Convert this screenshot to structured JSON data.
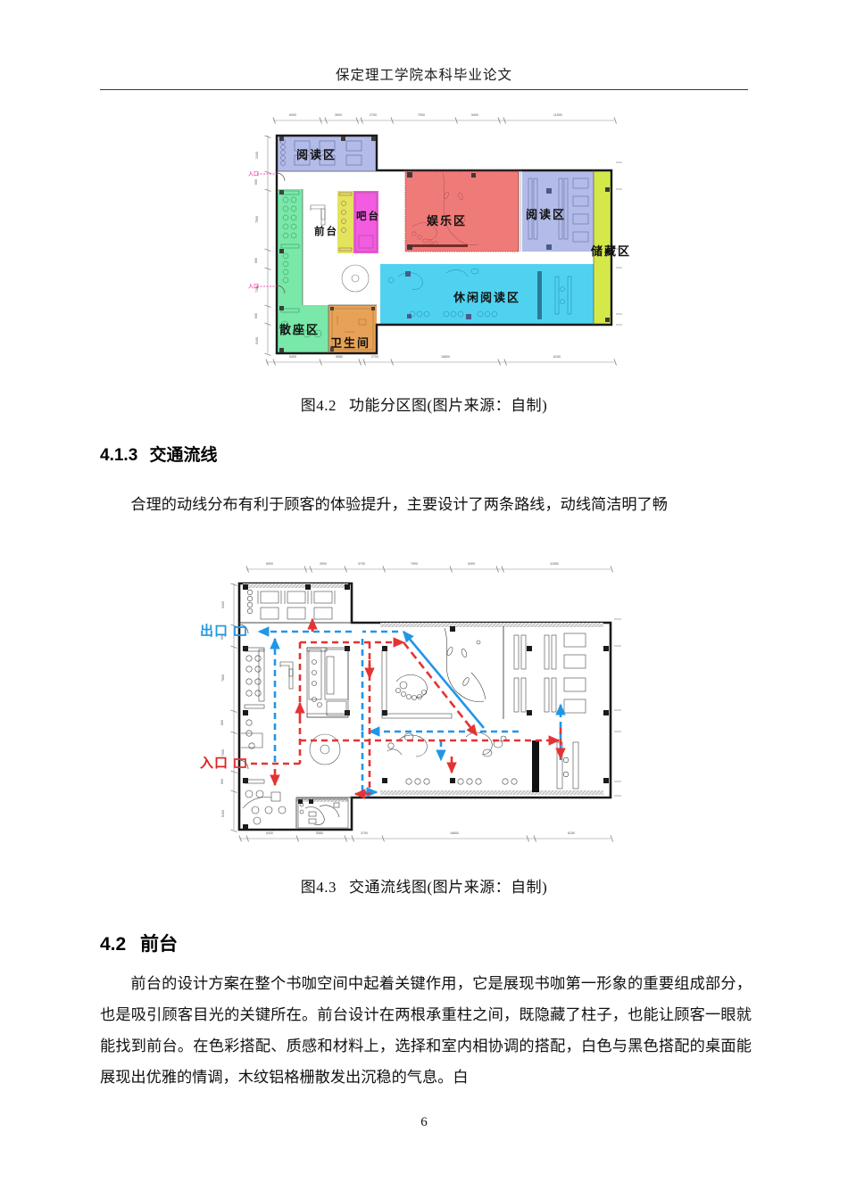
{
  "header": {
    "title": "保定理工学院本科毕业论文"
  },
  "figure_zoning": {
    "caption_number": "图4.2",
    "caption_text": "功能分区图(图片来源：自制)",
    "zones": [
      {
        "name": "阅读区",
        "color": "#b3bbe8"
      },
      {
        "name": "前台",
        "color": "#e3e35c"
      },
      {
        "name": "吧台",
        "color": "#f25ce0"
      },
      {
        "name": "娱乐区",
        "color": "#ef7b78"
      },
      {
        "name": "阅读区",
        "color": "#b3bbe8"
      },
      {
        "name": "储藏区",
        "color": "#d4e84a"
      },
      {
        "name": "休闲阅读区",
        "color": "#4fd2f0"
      },
      {
        "name": "散座区",
        "color": "#79e8a8"
      },
      {
        "name": "卫生间",
        "color": "#e8a257"
      }
    ],
    "door_labels": [
      "入口",
      "入口"
    ],
    "dims_top": [
      "6000",
      "3900",
      "2700",
      "7900",
      "5400",
      "11500"
    ],
    "dims_bottom": [
      "5400",
      "5580",
      "2700",
      "16800",
      "8150"
    ],
    "dims_left": [
      "3100",
      "600",
      "7800",
      "600",
      "7300",
      "600",
      "5400"
    ]
  },
  "section_413": {
    "number": "4.1.3",
    "title": "交通流线",
    "paragraph": "合理的动线分布有利于顾客的体验提升，主要设计了两条路线，动线简洁明了畅"
  },
  "figure_circulation": {
    "caption_number": "图4.3",
    "caption_text": "交通流线图(图片来源：自制)",
    "exit_label": "出口",
    "entry_label": "入口",
    "route_colors": {
      "exit_route": "#2196e8",
      "entry_route": "#e53333"
    },
    "dims_top": [
      "6000",
      "3900",
      "3700",
      "7900",
      "5400",
      "11650"
    ],
    "dims_bottom": [
      "5400",
      "5580",
      "3700",
      "16800",
      "8150"
    ],
    "dims_left": [
      "3100",
      "600",
      "7800",
      "600",
      "7300",
      "600",
      "5400"
    ]
  },
  "section_42": {
    "number": "4.2",
    "title": "前台",
    "paragraph": "前台的设计方案在整个书咖空间中起着关键作用，它是展现书咖第一形象的重要组成部分，也是吸引顾客目光的关键所在。前台设计在两根承重柱之间，既隐藏了柱子，也能让顾客一眼就能找到前台。在色彩搭配、质感和材料上，选择和室内相协调的搭配，白色与黑色搭配的桌面能展现出优雅的情调，木纹铝格栅散发出沉稳的气息。白"
  },
  "footer": {
    "page_number": "6"
  }
}
